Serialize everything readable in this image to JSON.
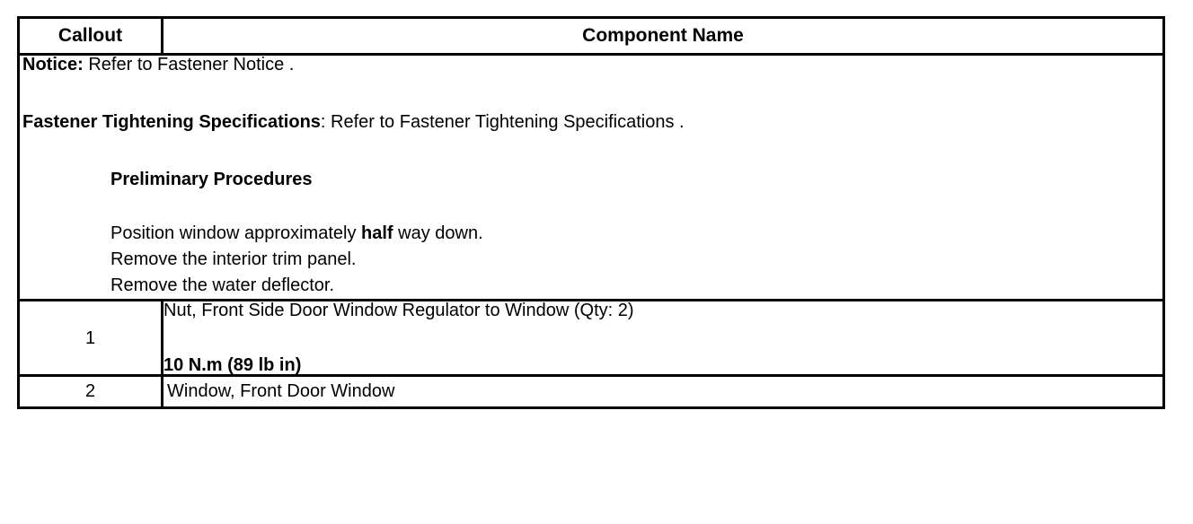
{
  "table": {
    "headers": {
      "callout": "Callout",
      "component": "Component Name"
    },
    "notice_block": {
      "notice": {
        "lead": "Notice:",
        "text": " Refer to Fastener Notice ."
      },
      "fastener_spec": {
        "lead": "Fastener Tightening Specifications",
        "text": ": Refer to Fastener Tightening Specifications ."
      },
      "preliminary_heading": "Preliminary Procedures",
      "procedures": [
        {
          "pre": "Position window approximately ",
          "emph": "half",
          "post": " way down."
        },
        {
          "pre": "Remove the interior trim panel.",
          "emph": "",
          "post": ""
        },
        {
          "pre": "Remove the water deflector.",
          "emph": "",
          "post": ""
        }
      ]
    },
    "rows": [
      {
        "callout": "1",
        "component": "Nut, Front Side Door Window Regulator to Window (Qty: 2)",
        "torque": "10 N.m (89 lb in)"
      },
      {
        "callout": "2",
        "component": "Window, Front Door Window",
        "torque": ""
      }
    ]
  }
}
